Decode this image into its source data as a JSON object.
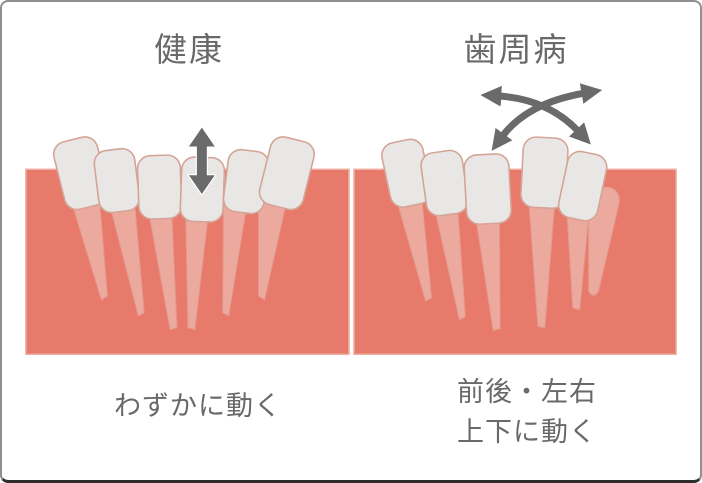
{
  "diagram": {
    "type": "dental-tooth-mobility-comparison",
    "panels": [
      {
        "id": "healthy",
        "title": "健康",
        "caption_lines": [
          "わずかに動く"
        ],
        "movement_icon": "up-down-double-arrow",
        "teeth_count": 6
      },
      {
        "id": "periodontal",
        "title": "歯周病",
        "caption_lines": [
          "前後・左右",
          "上下に動く"
        ],
        "movement_icon": "crossed-multidirection-arrows",
        "teeth_count": 6
      }
    ]
  },
  "colors": {
    "background": "#ffffff",
    "frame-border": "#8f8f8f",
    "frame-border-bottom": "#2d2d2d",
    "gum": "#e87a6b",
    "gum-outline": "#efb0a4",
    "root": "#eca99e",
    "root-outline": "#e49a8e",
    "tooth": "#e8e7e5",
    "tooth-outline": "#d5a496",
    "arrow": "#6a6a6a",
    "text": "#696969"
  }
}
